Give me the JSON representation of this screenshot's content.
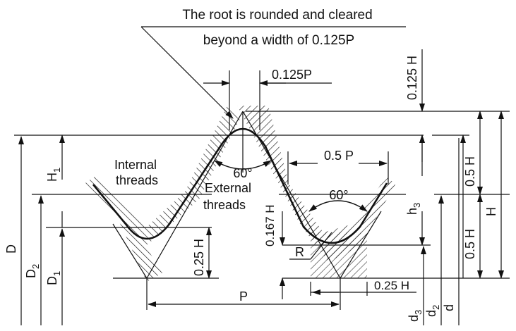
{
  "annotation": {
    "line1": "The root is rounded and cleared",
    "line2": "beyond a width of 0.125P"
  },
  "labels": {
    "p0125": "0.125P",
    "h0125": "0.125 H",
    "half_p": "0.5 P",
    "angle_top": "60°",
    "angle_right": "60°",
    "internal1": "Internal",
    "internal2": "threads",
    "external1": "External",
    "external2": "threads",
    "h0167": "0.167 H",
    "h025_left": "0.25 H",
    "h025_right": "0.25 H",
    "r": "R",
    "p": "P",
    "h05_top": "0.5 H",
    "h05_bot": "0.5 H",
    "h_total": "H",
    "h1": "H",
    "h1_sub": "1",
    "h3": "h",
    "h3_sub": "3",
    "D": "D",
    "D2": "D",
    "D2_sub": "2",
    "D1": "D",
    "D1_sub": "1",
    "d3": "d",
    "d3_sub": "3",
    "d2": "d",
    "d2_sub": "2",
    "d": "d"
  },
  "colors": {
    "ink": "#111111"
  }
}
